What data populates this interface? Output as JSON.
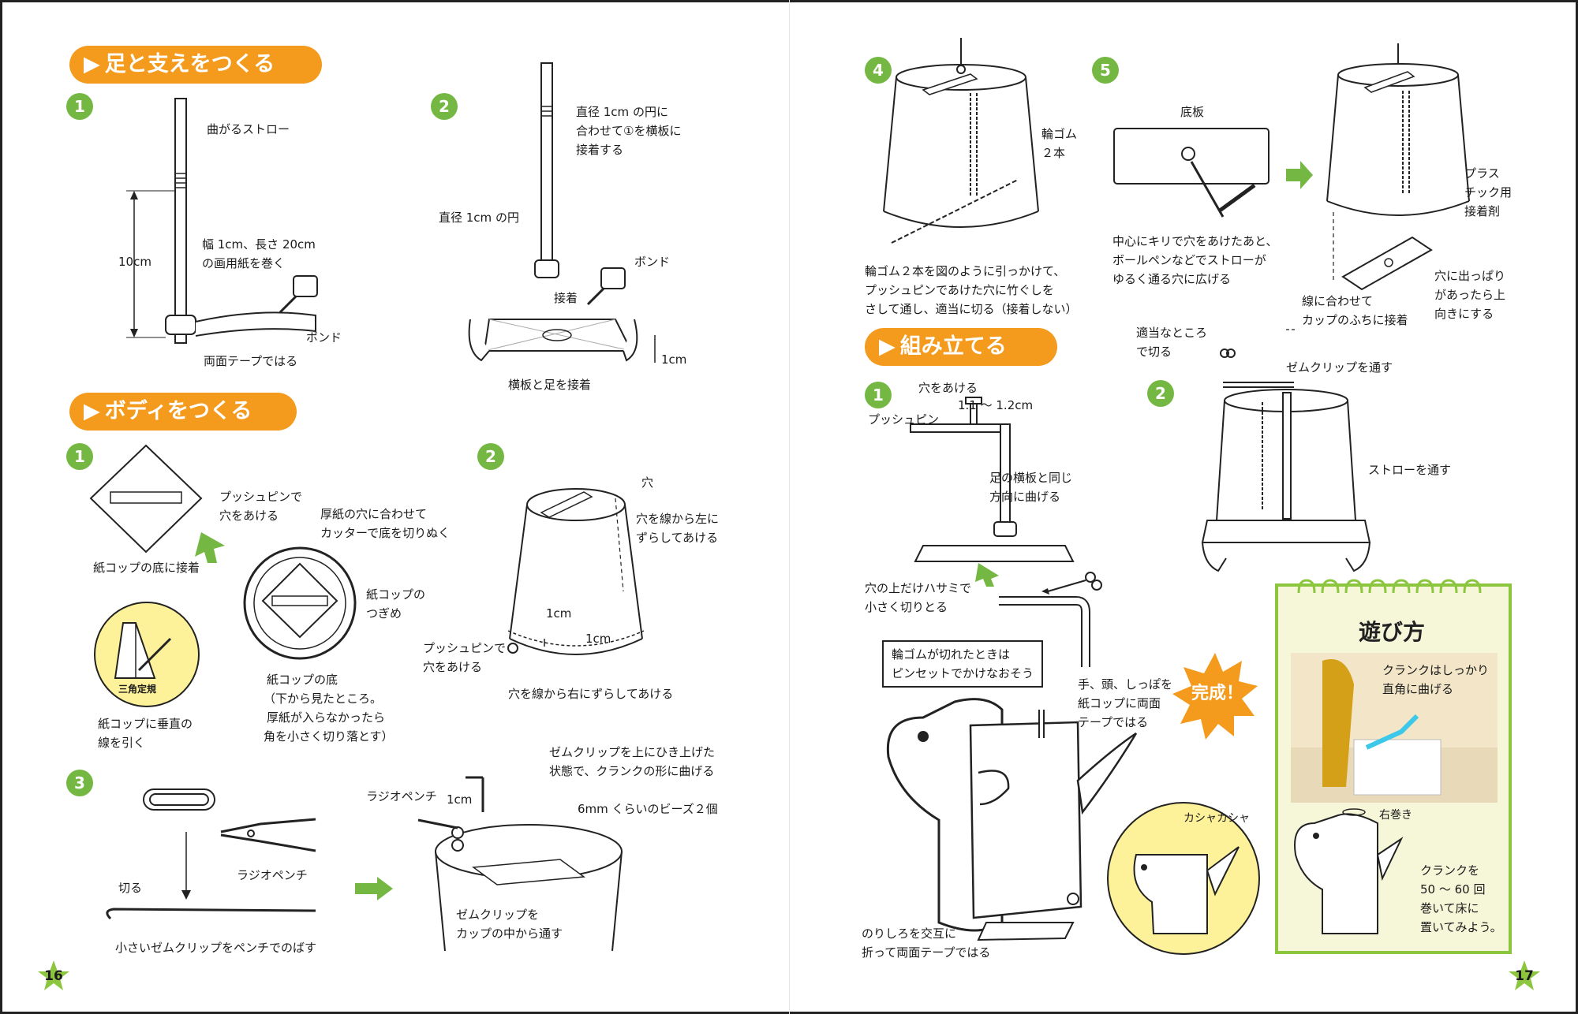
{
  "left_page": {
    "page_number": "16",
    "section1": {
      "title": "足と支えをつくる",
      "step1": {
        "number": "1",
        "labels": [
          "曲がるストロー",
          "10cm",
          "幅 1cm、長さ 20cm",
          "の画用紙を巻く",
          "ボンド",
          "両面テープではる"
        ]
      },
      "step2": {
        "number": "2",
        "labels": [
          "直径 1cm の円に",
          "合わせて①を横板に",
          "接着する",
          "直径 1cm の円",
          "ボンド",
          "接着",
          "1cm",
          "横板と足を接着"
        ]
      }
    },
    "section2": {
      "title": "ボディをつくる",
      "step1": {
        "number": "1",
        "labels": [
          "プッシュピンで",
          "穴をあける",
          "厚紙の穴に合わせて",
          "カッターで底を切りぬく",
          "紙コップの底に接着",
          "紙コップの",
          "つぎめ",
          "三角定規",
          "紙コップの底",
          "（下から見たところ。",
          "厚紙が入らなかったら",
          "角を小さく切り落とす）",
          "紙コップに垂直の",
          "線を引く"
        ]
      },
      "step2": {
        "number": "2",
        "labels": [
          "穴",
          "穴を線から左に",
          "ずらしてあける",
          "1cm",
          "1cm",
          "プッシュピンで",
          "穴をあける",
          "穴を線から右にずらしてあける"
        ]
      },
      "step3": {
        "number": "3",
        "labels": [
          "ラジオペンチ",
          "切る",
          "小さいゼムクリップをペンチでのばす",
          "ラジオペンチ",
          "1cm",
          "ゼムクリップを上にひき上げた",
          "状態で、クランクの形に曲げる",
          "6mm くらいのビーズ２個",
          "ゼムクリップを",
          "カップの中から通す"
        ]
      }
    }
  },
  "right_page": {
    "page_number": "17",
    "step4": {
      "number": "4",
      "labels": [
        "輪ゴム",
        "２本",
        "輪ゴム２本を図のように引っかけて、",
        "プッシュピンであけた穴に竹ぐしを",
        "さして通し、適当に切る（接着しない）"
      ]
    },
    "step5": {
      "number": "5",
      "labels": [
        "底板",
        "中心にキリで穴をあけたあと、",
        "ボールペンなどでストローが",
        "ゆるく通る穴に広げる",
        "プラス",
        "チック用",
        "接着剤",
        "穴に出っぱり",
        "があったら上",
        "向きにする",
        "線に合わせて",
        "カップのふちに接着"
      ]
    },
    "section3": {
      "title": "組み立てる",
      "step1": {
        "number": "1",
        "labels": [
          "穴をあける",
          "1.1 ～ 1.2cm",
          "プッシュピン",
          "足の横板と同じ",
          "方向に曲げる",
          "穴の上だけハサミで",
          "小さく切りとる"
        ]
      },
      "step2": {
        "number": "2",
        "labels": [
          "適当なところ",
          "で切る",
          "ゼムクリップを通す",
          "ストローを通す"
        ]
      },
      "note": [
        "輪ゴムが切れたときは",
        "ピンセットでかけなおそう"
      ],
      "complete": "完成！",
      "labels": [
        "手、頭、しっぽを",
        "紙コップに両面",
        "テープではる",
        "カシャカシャ",
        "のりしろを交互に",
        "折って両面テープではる"
      ]
    },
    "play": {
      "title": "遊び方",
      "labels": [
        "クランクはしっかり",
        "直角に曲げる",
        "右巻き",
        "クランクを",
        "50 ～ 60 回",
        "巻いて床に",
        "置いてみよう。"
      ]
    }
  },
  "colors": {
    "orange": "#f49a1c",
    "green": "#74b843",
    "yellow": "#fdf29a",
    "play_border": "#8cc63f"
  }
}
